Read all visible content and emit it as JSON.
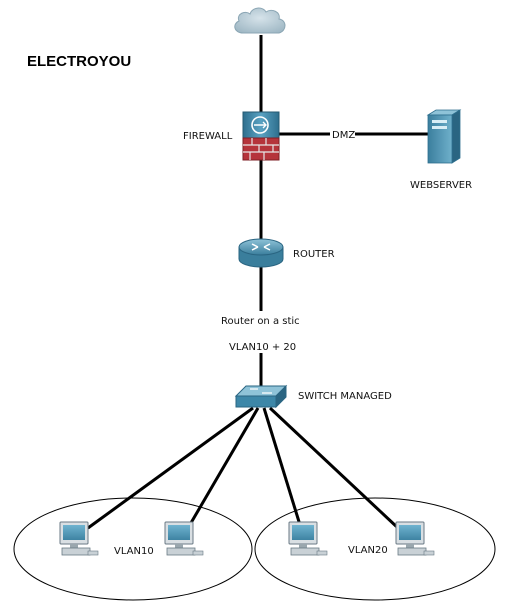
{
  "title": "ELECTROYOU",
  "devices": {
    "firewall": "FIREWALL",
    "webserver": "WEBSERVER",
    "router": "ROUTER",
    "switch": "SWITCH MANAGED"
  },
  "links": {
    "dmz": "DMZ",
    "trunk_line1": "Router on a stic",
    "trunk_line2": "VLAN10 + 20"
  },
  "vlans": {
    "left": "VLAN10",
    "right": "VLAN20"
  },
  "colors": {
    "line": "#000000",
    "device_blue": "#3d87a8",
    "firewall_brick": "#b5343b",
    "cloud": "#a9c0cc"
  }
}
